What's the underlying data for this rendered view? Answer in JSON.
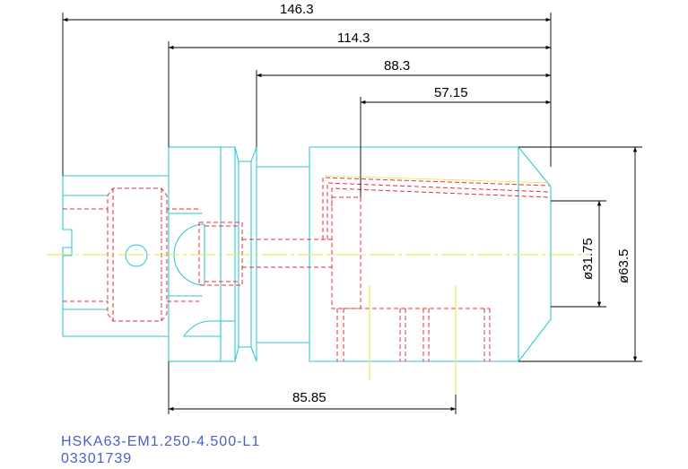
{
  "drawing": {
    "dimensions": {
      "overall_length": "146.3",
      "flange_to_tip": "114.3",
      "body_length": "88.3",
      "bore_depth": "57.15",
      "bottom_length": "85.85",
      "bore_diameter": "ø31.75",
      "outer_diameter": "ø63.5"
    },
    "part_number": "HSKA63-EM1.250-4.500-L1",
    "item_code": "03301739",
    "colors": {
      "outline": "#33c6d6",
      "hidden_lines": "#e0303a",
      "centerline": "#e8e63a",
      "dimension": "#000000",
      "caption": "#4a5ec4"
    }
  }
}
